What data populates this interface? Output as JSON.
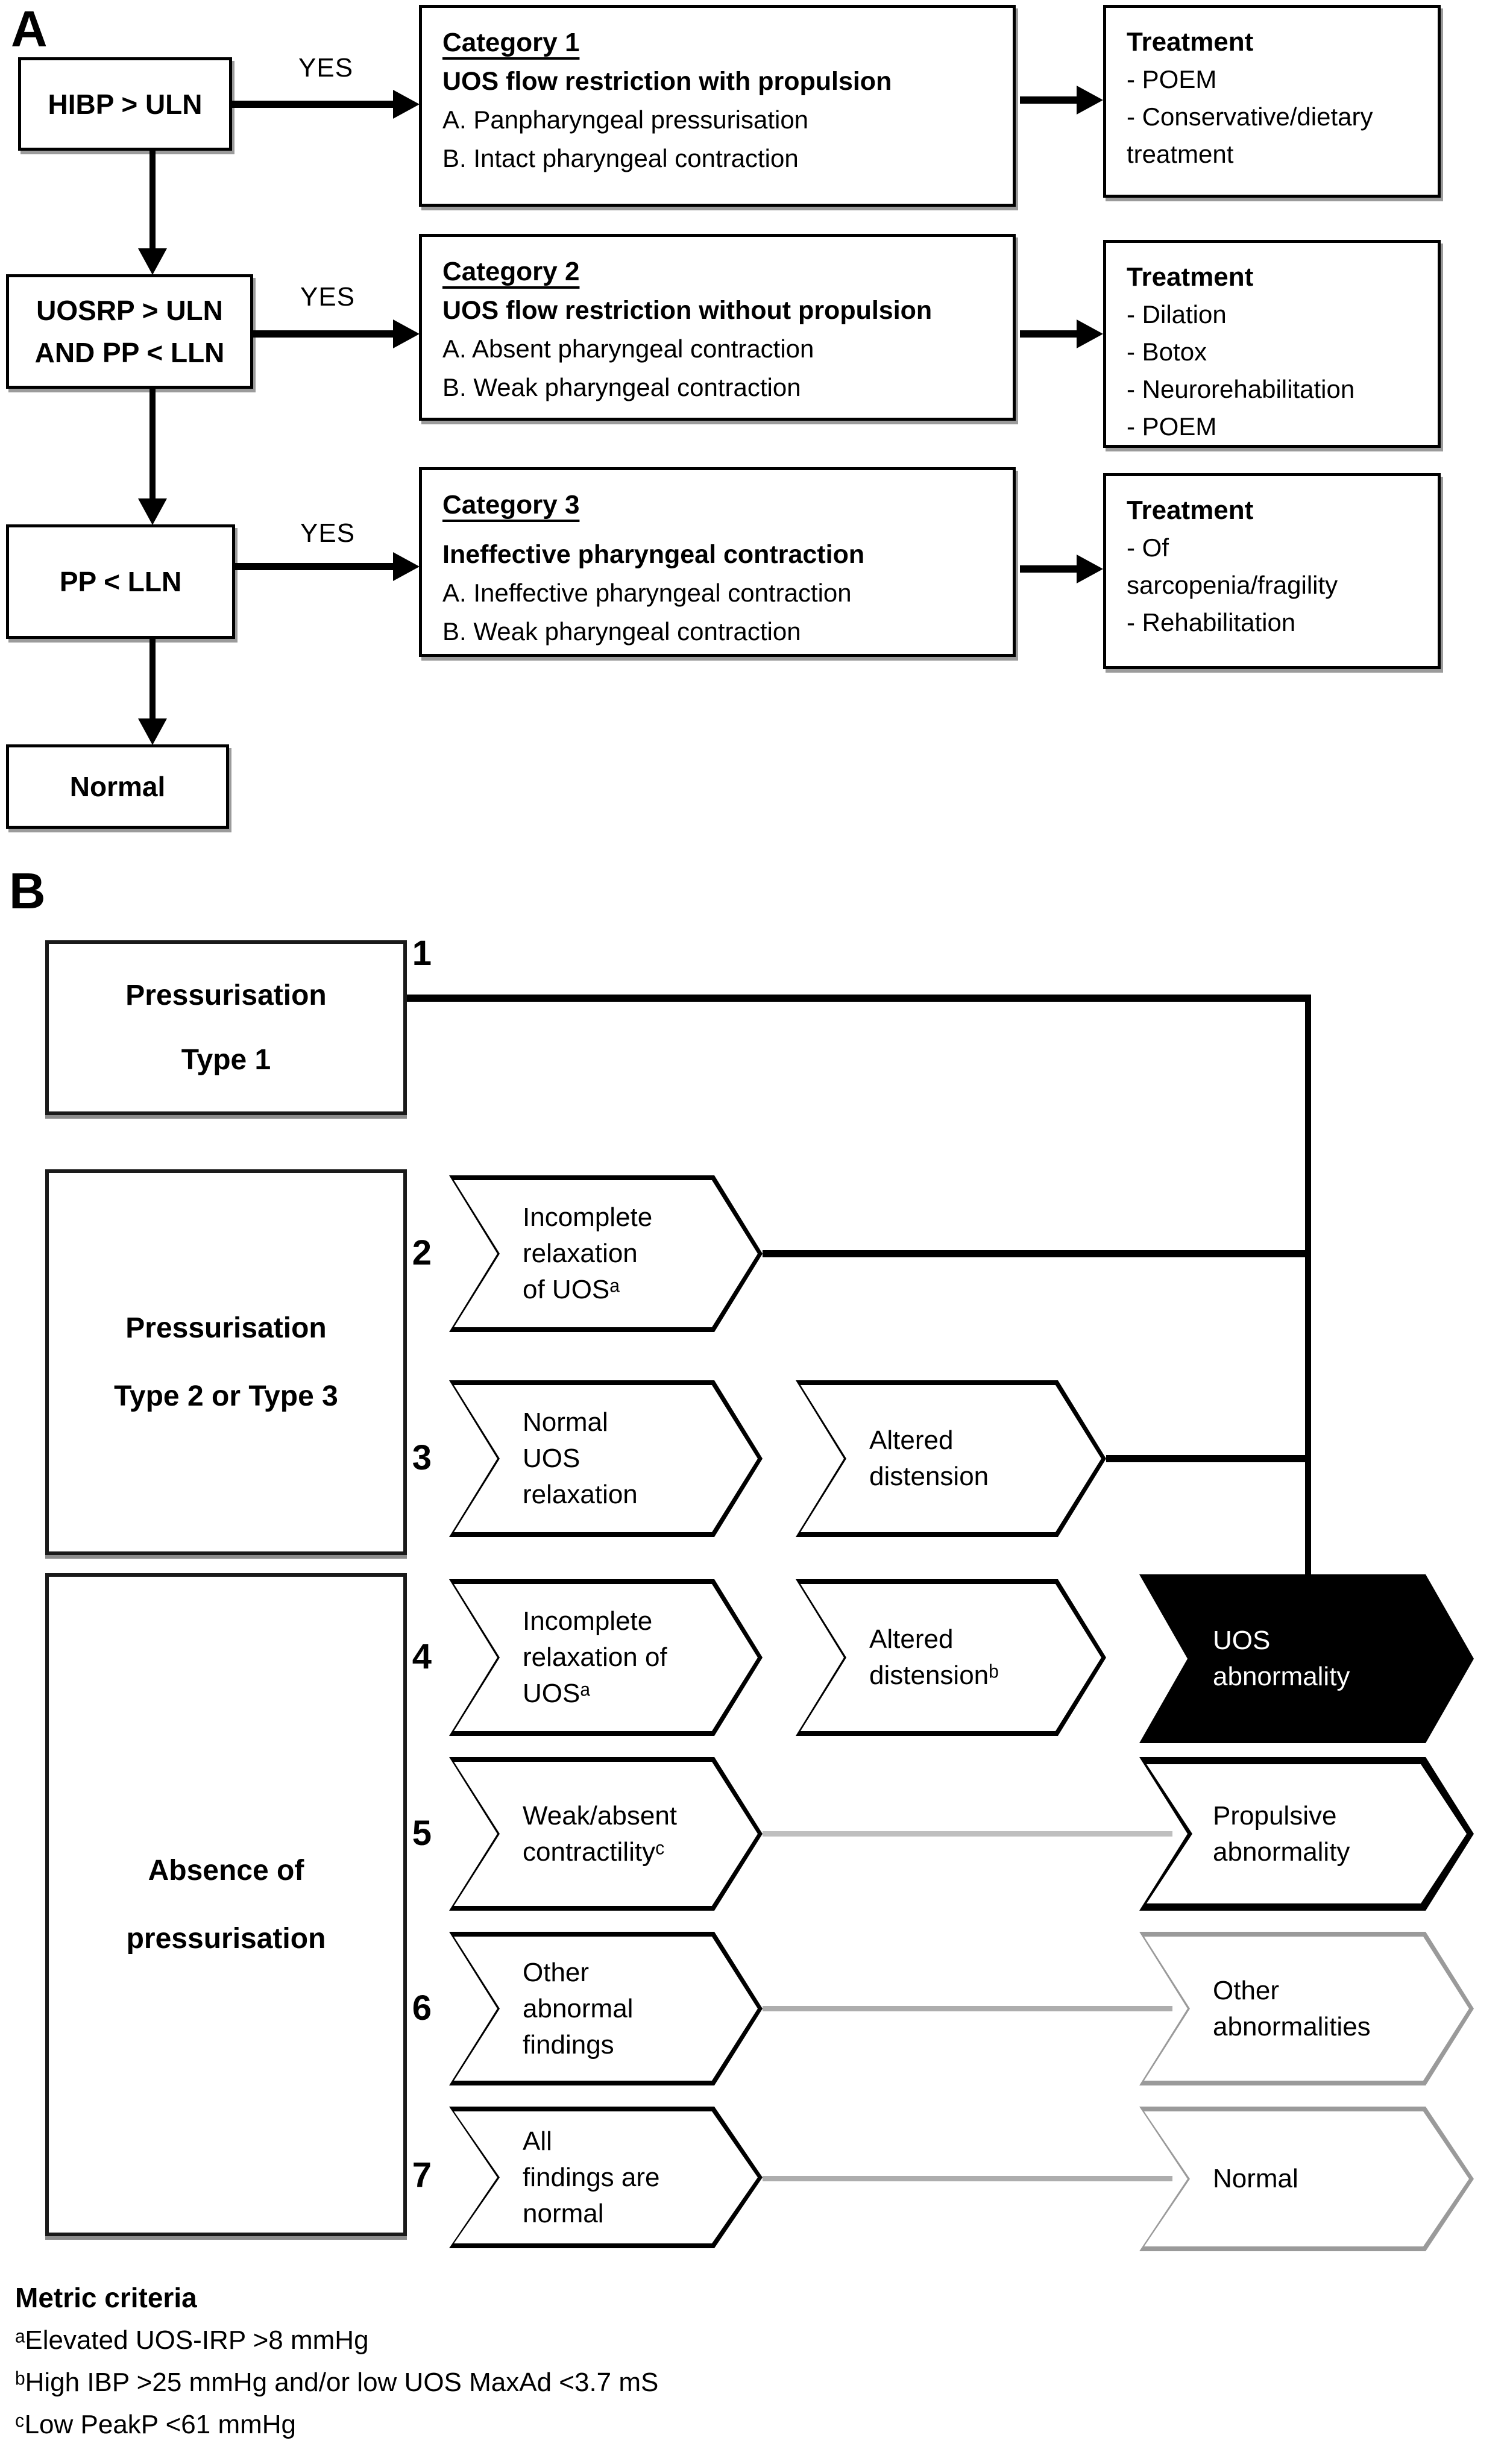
{
  "panel_a": {
    "label": "A",
    "yes": "YES",
    "left_boxes": [
      {
        "line1": "HIBP > ULN"
      },
      {
        "line1": "UOSRP > ULN",
        "line2": "AND PP < LLN"
      },
      {
        "line1": "PP < LLN"
      },
      {
        "line1": "Normal"
      }
    ],
    "categories": [
      {
        "title": "Category 1",
        "subtitle": "UOS flow restriction with propulsion",
        "item_a": "A. Panpharyngeal pressurisation",
        "item_b": "B. Intact pharyngeal contraction"
      },
      {
        "title": "Category 2",
        "subtitle": "UOS flow restriction without propulsion",
        "item_a": "A. Absent pharyngeal contraction",
        "item_b": "B. Weak pharyngeal contraction"
      },
      {
        "title": "Category 3",
        "subtitle": "Ineffective pharyngeal contraction",
        "item_a": "A. Ineffective pharyngeal contraction",
        "item_b": "B. Weak pharyngeal contraction"
      }
    ],
    "treatments": [
      {
        "title": "Treatment",
        "l1": "- POEM",
        "l2": "- Conservative/dietary",
        "l3": "treatment",
        "l4": ""
      },
      {
        "title": "Treatment",
        "l1": "- Dilation",
        "l2": "- Botox",
        "l3": "- Neurorehabilitation",
        "l4": "- POEM"
      },
      {
        "title": "Treatment",
        "l1": "- Of",
        "l2": "sarcopenia/fragility",
        "l3": "- Rehabilitation",
        "l4": ""
      }
    ]
  },
  "panel_b": {
    "label": "B",
    "sources": [
      {
        "num": "1",
        "line1": "Pressurisation",
        "line2": "Type 1"
      },
      {
        "line1": "Pressurisation",
        "line2": "Type 2 or Type 3"
      },
      {
        "line1": "Absence of",
        "line2": "pressurisation"
      }
    ],
    "steps": [
      {
        "num": "2",
        "l1": "Incomplete",
        "l2": "relaxation",
        "l3": "of UOSᵃ"
      },
      {
        "num": "3",
        "l1": "Normal",
        "l2": "UOS",
        "l3": "relaxation"
      },
      {
        "num": "4",
        "l1": "Incomplete",
        "l2": "relaxation of",
        "l3": "UOSᵃ"
      },
      {
        "num": "5",
        "l1": "Weak/absent",
        "l2": "contractilityᶜ"
      },
      {
        "num": "6",
        "l1": "Other",
        "l2": "abnormal",
        "l3": "findings"
      },
      {
        "num": "7",
        "l1": "All",
        "l2": "findings are",
        "l3": "normal"
      }
    ],
    "mids": [
      {
        "l1": "Altered",
        "l2": "distension"
      },
      {
        "l1": "Altered",
        "l2": "distensionᵇ"
      }
    ],
    "outcomes": [
      {
        "l1": "UOS",
        "l2": "abnormality"
      },
      {
        "l1": "Propulsive",
        "l2": "abnormality"
      },
      {
        "l1": "Other",
        "l2": "abnormalities"
      },
      {
        "l1": "Normal"
      }
    ]
  },
  "footnotes": {
    "title": "Metric criteria",
    "a": "ᵃElevated UOS-IRP >8 mmHg",
    "b": "ᵇHigh IBP >25 mmHg and/or low UOS MaxAd <3.7 mS",
    "c": "ᶜLow PeakP <61 mmHg"
  },
  "colors": {
    "black": "#000000",
    "gray_border": "#9a9a9a",
    "gray_line": "#bfbfbf",
    "shadow": "#9b9b9b"
  }
}
